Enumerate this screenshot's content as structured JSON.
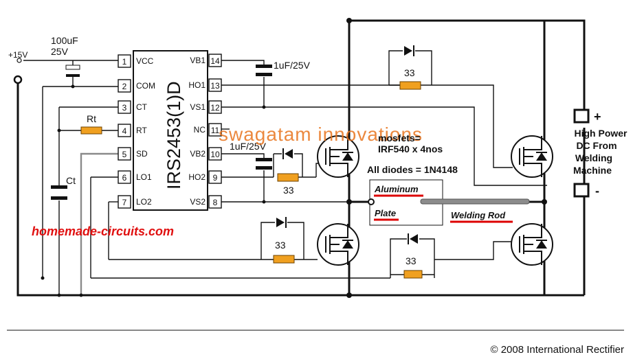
{
  "supply": {
    "label": "+15V"
  },
  "cap_top": {
    "value1": "100uF",
    "value2": "25V"
  },
  "ic": {
    "name": "IRS2453(1)D",
    "left_pins": [
      {
        "num": "1",
        "name": "VCC"
      },
      {
        "num": "2",
        "name": "COM"
      },
      {
        "num": "3",
        "name": "CT"
      },
      {
        "num": "4",
        "name": "RT"
      },
      {
        "num": "5",
        "name": "SD"
      },
      {
        "num": "6",
        "name": "LO1"
      },
      {
        "num": "7",
        "name": "LO2"
      }
    ],
    "right_pins": [
      {
        "num": "14",
        "name": "VB1"
      },
      {
        "num": "13",
        "name": "HO1"
      },
      {
        "num": "12",
        "name": "VS1"
      },
      {
        "num": "11",
        "name": "NC"
      },
      {
        "num": "10",
        "name": "VB2"
      },
      {
        "num": "9",
        "name": "HO2"
      },
      {
        "num": "8",
        "name": "VS2"
      }
    ]
  },
  "labels": {
    "rt": "Rt",
    "ct": "Ct",
    "c_vb1": "1uF/25V",
    "c_vb2": "1uF/25V",
    "r1": "33",
    "r2": "33",
    "r3": "33",
    "r4": "33",
    "watermark": "swagatam innovations",
    "mosfets": "mosfets=",
    "irf": "IRF540 x 4nos",
    "diodes": "All diodes = 1N4148",
    "aluminum": "Aluminum",
    "plate": "Plate",
    "welding_rod": "Welding Rod",
    "site": "homemade-circuits.com",
    "plus": "+",
    "minus": "-",
    "hp1": "High Power",
    "hp2": "DC From",
    "hp3": "Welding",
    "hp4": "Machine",
    "copyright": "© 2008 International Rectifier"
  },
  "colors": {
    "watermark": "#e8731c",
    "site": "#e01010",
    "underline": "#dd0000",
    "resistor": "#f0a020"
  }
}
